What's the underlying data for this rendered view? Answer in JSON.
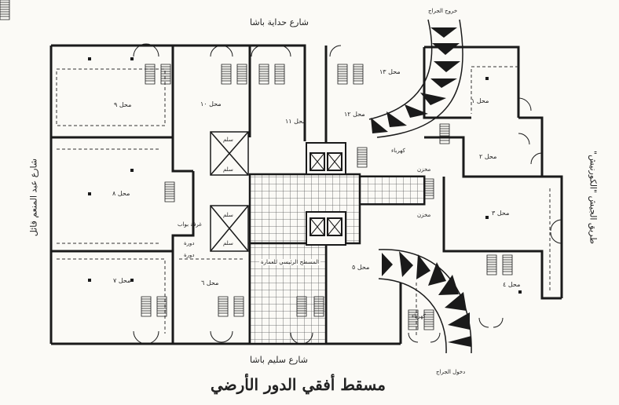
{
  "streets": {
    "top": "شارع حداية باشا",
    "bottom": "شارع سليم باشا",
    "left": "شارع عبد المنعم قائل",
    "right": "طريق الجيش \"الكورنيش\""
  },
  "ramps": {
    "exit": "خروج الجراج",
    "entry": "دخول الجراج"
  },
  "shops": {
    "s1": "محل ١",
    "s2": "محل ٢",
    "s3": "محل ٣",
    "s4": "محل ٤",
    "s5": "محل ٥",
    "s6": "محل ٦",
    "s7": "محل ٧",
    "s8": "محل ٨",
    "s9": "محل ٩",
    "s10": "محل ١٠",
    "s11": "محل ١١",
    "s12": "محل ١٢",
    "s13": "محل ١٣"
  },
  "rooms": {
    "guard_room": "غرفة بواب",
    "wc1": "دورة",
    "wc2": "دورة",
    "elec": "كهرباء",
    "elec2": "كهرباء",
    "store1": "مخزن",
    "store2": "مخزن",
    "stair_label_1": "سلم",
    "stair_label_2": "سلم",
    "lobby_1": "سلم",
    "lobby_2": "سلم",
    "atrium": "المسطح الرئيسي للعمارة"
  },
  "title": "مسقط أفقي الدور الأرضي"
}
